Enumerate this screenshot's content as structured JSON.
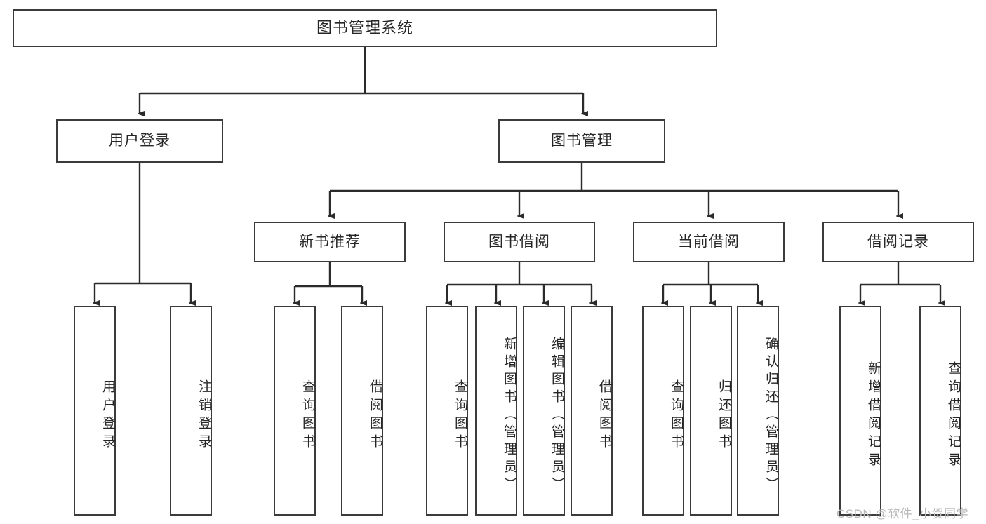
{
  "diagram": {
    "type": "tree",
    "title": "图书管理系统",
    "theme": {
      "background": "#ffffff",
      "box_border": "#3b3b3b",
      "box_fill": "#ffffff",
      "text": "#262626",
      "connector": "#2b2b2b",
      "watermark": "#b9b9b9"
    },
    "root": {
      "label": "图书管理系统"
    },
    "level2": [
      {
        "label": "用户登录"
      },
      {
        "label": "图书管理"
      }
    ],
    "level3": [
      {
        "label": "新书推荐"
      },
      {
        "label": "图书借阅"
      },
      {
        "label": "当前借阅"
      },
      {
        "label": "借阅记录"
      }
    ],
    "leaves": {
      "user_login": [
        {
          "label": "用户登录"
        },
        {
          "label": "注销登录"
        }
      ],
      "new_book": [
        {
          "label": "查询图书"
        },
        {
          "label": "借阅图书"
        }
      ],
      "book_borrow": [
        {
          "label": "查询图书"
        },
        {
          "label": "新增图书（管理员）"
        },
        {
          "label": "编辑图书（管理员）"
        },
        {
          "label": "借阅图书"
        }
      ],
      "current_borrow": [
        {
          "label": "查询图书"
        },
        {
          "label": "归还图书"
        },
        {
          "label": "确认归还（管理员）"
        }
      ],
      "borrow_record": [
        {
          "label": "新增借阅记录"
        },
        {
          "label": "查询借阅记录"
        }
      ]
    },
    "watermark": "CSDN @软件_小贺同学"
  }
}
